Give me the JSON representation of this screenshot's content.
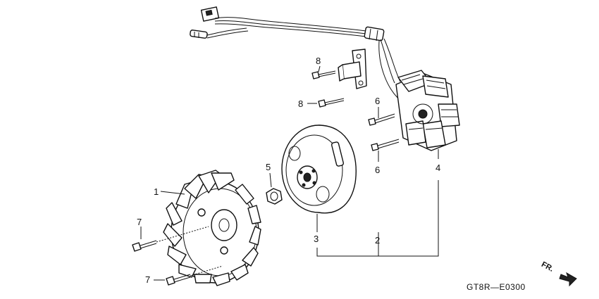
{
  "diagram": {
    "callouts": {
      "fan_cover": "1",
      "flywheel_assembly": "2",
      "flywheel": "3",
      "stator": "4",
      "nut": "5",
      "stator_bolt_upper": "6",
      "stator_bolt_lower": "6",
      "fan_bolt_upper": "7",
      "fan_bolt_lower": "7",
      "pulser_bolt_upper": "8",
      "pulser_bolt_lower": "8"
    },
    "figure_code": "GT8R—E0300",
    "front_marker": "FR."
  }
}
